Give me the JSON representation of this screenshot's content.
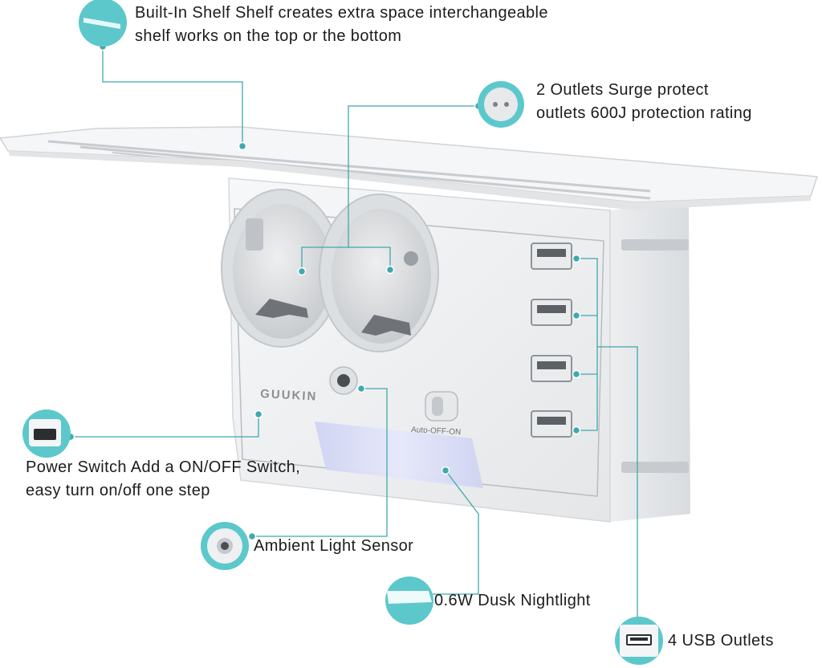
{
  "product": {
    "brand": "GUUKIN",
    "switch_label": "Auto-OFF-ON"
  },
  "callouts": [
    {
      "id": "shelf",
      "icon": "shelf-icon",
      "lines": [
        "Built-In Shelf  Shelf creates extra space interchangeable",
        "shelf works on the top or the bottom"
      ]
    },
    {
      "id": "outlets",
      "icon": "outlet-icon",
      "lines": [
        "2 Outlets Surge protect",
        "outlets 600J protection rating"
      ]
    },
    {
      "id": "power",
      "icon": "power-switch-icon",
      "lines": [
        "Power Switch Add a ON/OFF Switch,",
        "easy turn on/off one step"
      ]
    },
    {
      "id": "sensor",
      "icon": "light-sensor-icon",
      "lines": [
        "Ambient Light Sensor"
      ]
    },
    {
      "id": "nightlight",
      "icon": "nightlight-icon",
      "lines": [
        "0.6W Dusk Nightlight"
      ]
    },
    {
      "id": "usb",
      "icon": "usb-icon",
      "lines": [
        "4 USB Outlets"
      ]
    }
  ],
  "colors": {
    "accent": "#5cc8cc",
    "line": "#3fa9ad",
    "device": "#f2f3f4",
    "nightlight": "#d9dcf5"
  }
}
